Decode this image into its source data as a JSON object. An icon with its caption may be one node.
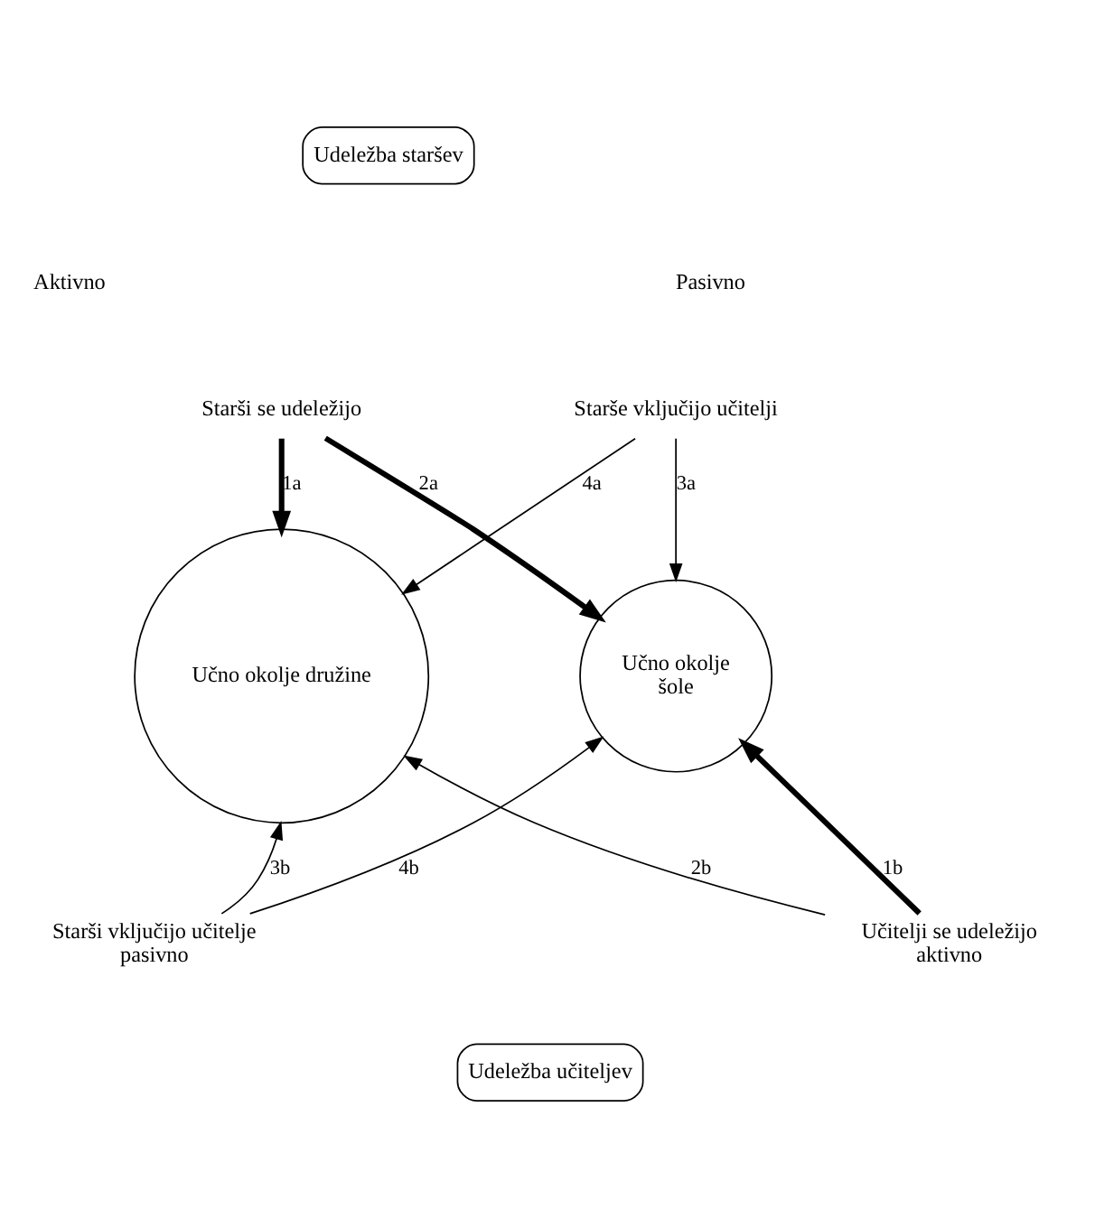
{
  "diagram": {
    "nodes": [
      {
        "text": [
          "Udeležba staršev"
        ]
      },
      {
        "text": [
          "Starši se udeležijo"
        ]
      },
      {
        "text": [
          "Starše vključijo učitelji"
        ]
      },
      {
        "text": [
          "Učno okolje družine"
        ]
      },
      {
        "text": [
          "Učno okolje šole"
        ]
      },
      {
        "text": [
          "Starši vključijo učitelje pasivno"
        ]
      },
      {
        "text": [
          "Učitelji se udeležijo aktivno"
        ]
      },
      {
        "text": [
          "Udeležba učiteljev"
        ]
      }
    ],
    "edges": [
      {
        "from": 1,
        "to": 3,
        "arrow": "to",
        "label": "1a",
        "style": "thick"
      },
      {
        "from": 1,
        "to": 4,
        "arrow": "to",
        "label": "2a",
        "style": "thick"
      },
      {
        "from": 2,
        "to": 3,
        "arrow": "to",
        "label": "4a"
      },
      {
        "from": 2,
        "to": 4,
        "arrow": "to",
        "label": "3a"
      },
      {
        "from": 6,
        "to": 4,
        "arrow": "to",
        "label": "1b",
        "style": "thick"
      },
      {
        "from": 6,
        "to": 3,
        "arrow": "to",
        "label": "2b"
      },
      {
        "from": 5,
        "to": 3,
        "arrow": "to",
        "label": "3b"
      },
      {
        "from": 5,
        "to": 4,
        "arrow": "to",
        "label": "4b"
      }
    ],
    "labels": [
      "Aktivno",
      "Pasivno"
    ]
  }
}
